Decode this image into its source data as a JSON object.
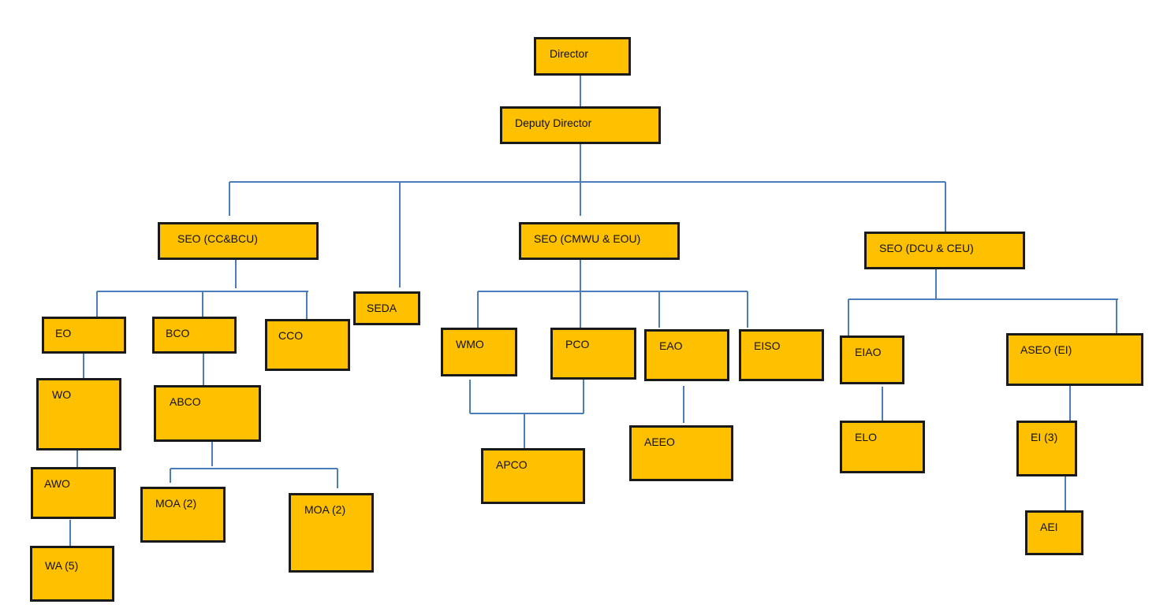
{
  "org_chart": {
    "line_color": "#4a7ebb",
    "box_fill": "#FFC000",
    "box_border": "#1a1a1a",
    "nodes": {
      "director": "Director",
      "deputy_director": "Deputy Director",
      "seo_cc_bcu": "SEO (CC&BCU)",
      "seda": "SEDA",
      "seo_cmwu_eou": "SEO (CMWU & EOU)",
      "seo_dcu_ceu": "SEO (DCU & CEU)",
      "eo": "EO",
      "bco": "BCO",
      "cco": "CCO",
      "wo": "WO",
      "awo": "AWO",
      "wa": "WA (5)",
      "abco": "ABCO",
      "moa_left": "MOA (2)",
      "moa_right": "MOA (2)",
      "wmo": "WMO",
      "pco": "PCO",
      "eao": "EAO",
      "eiso": "EISO",
      "apco": "APCO",
      "aeeo": "AEEO",
      "eiao": "EIAO",
      "aseo_ei": "ASEO (EI)",
      "elo": "ELO",
      "ei": "EI (3)",
      "aei": "AEI"
    }
  }
}
